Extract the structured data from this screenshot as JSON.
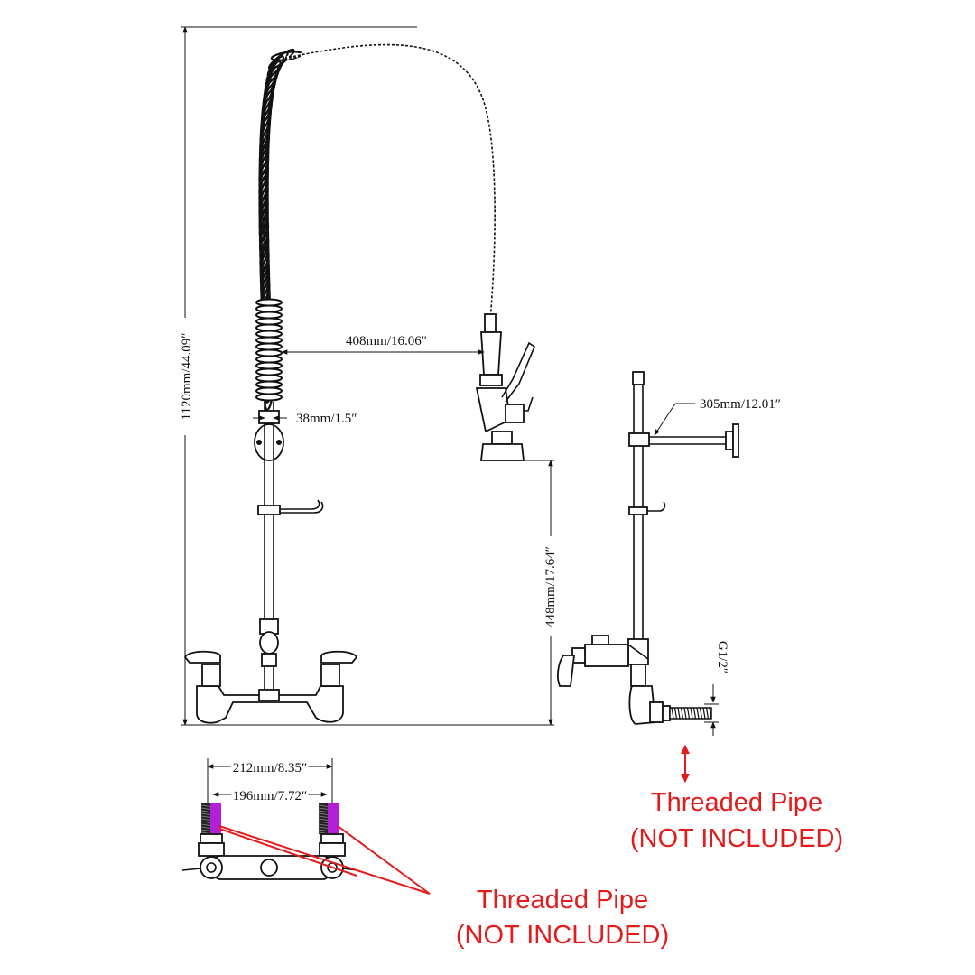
{
  "dimensions": {
    "total_height": "1120mm/44.09″",
    "spout_reach": "408mm/16.06″",
    "pipe_diameter": "38mm/1.5″",
    "sprayer_height": "448mm/17.64″",
    "wall_offset": "305mm/12.01″",
    "thread_size": "G1/2″",
    "outer_spacing": "212mm/8.35″",
    "inner_spacing": "196mm/7.72″"
  },
  "callouts": {
    "right_line1": "Threaded Pipe",
    "right_line2": "(NOT INCLUDED)",
    "bottom_line1": "Threaded Pipe",
    "bottom_line2": "(NOT INCLUDED)"
  },
  "colors": {
    "ink": "#111111",
    "callout_red": "#e41b1b",
    "pipe_highlight": "#b21fd6"
  }
}
